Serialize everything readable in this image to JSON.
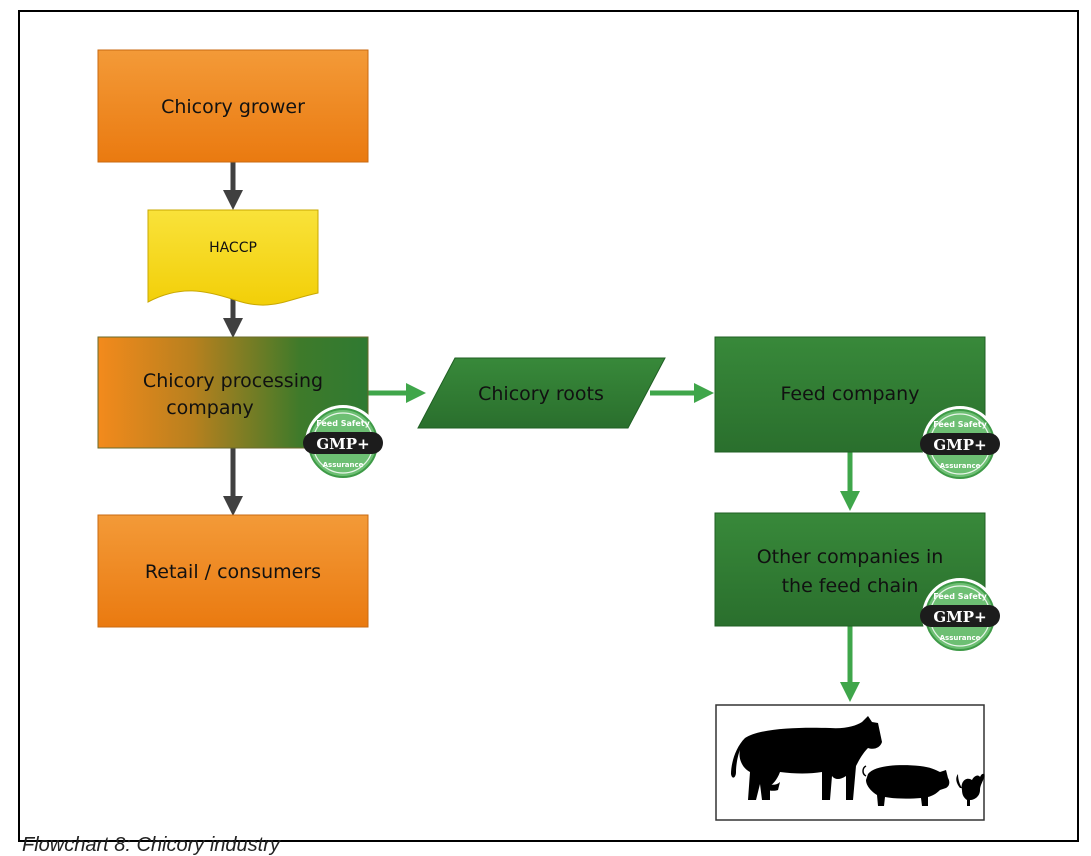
{
  "nodes": {
    "grower": "Chicory grower",
    "haccp": "HACCP",
    "processing_line1": "Chicory processing",
    "processing_line2": "company",
    "retail": "Retail / consumers",
    "roots": "Chicory roots",
    "feed": "Feed company",
    "other_line1": "Other companies in",
    "other_line2": "the feed chain"
  },
  "badge": {
    "main": "GMP+",
    "top": "Feed Safety",
    "bottom": "Assurance"
  },
  "caption": "Flowchart 8: Chicory industry",
  "colors": {
    "orange": "#f0831b",
    "yellow": "#f6d80f",
    "green": "#2e7d32",
    "green_arrow": "#3fa64a",
    "grey_arrow": "#404040"
  },
  "icons": [
    "cow-icon",
    "pig-icon",
    "rooster-icon",
    "gmp-badge-icon"
  ]
}
